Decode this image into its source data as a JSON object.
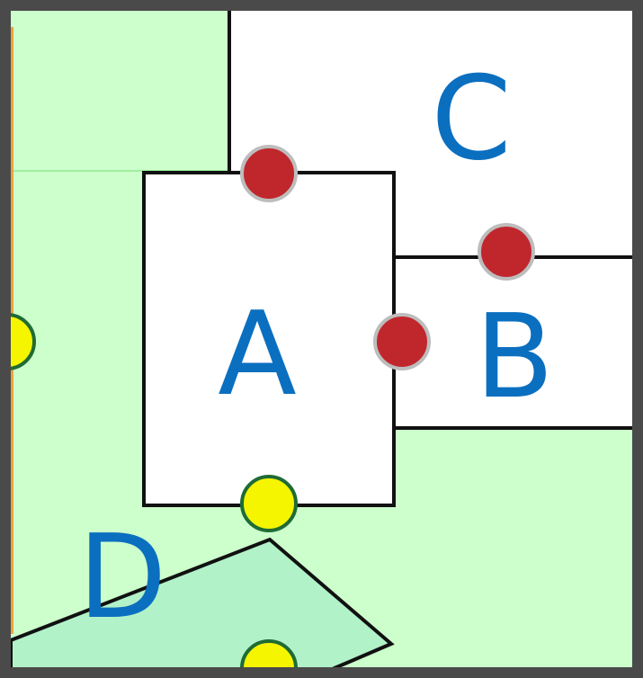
{
  "diagram": {
    "regions": [
      {
        "id": "A",
        "label": "A"
      },
      {
        "id": "B",
        "label": "B"
      },
      {
        "id": "C",
        "label": "C"
      },
      {
        "id": "D",
        "label": "D"
      }
    ],
    "markers": {
      "red": {
        "count": 3,
        "color": "#c0272d"
      },
      "yellow": {
        "count": 3,
        "color": "#f5f500"
      }
    },
    "colors": {
      "frame": "#4a4a4a",
      "background_green": "#ccffcc",
      "polygon_green": "#b1f2c8",
      "region_fill": "#ffffff",
      "label": "#0b6fc0",
      "stroke": "#111111",
      "accent_orange": "#e8a33c"
    }
  }
}
